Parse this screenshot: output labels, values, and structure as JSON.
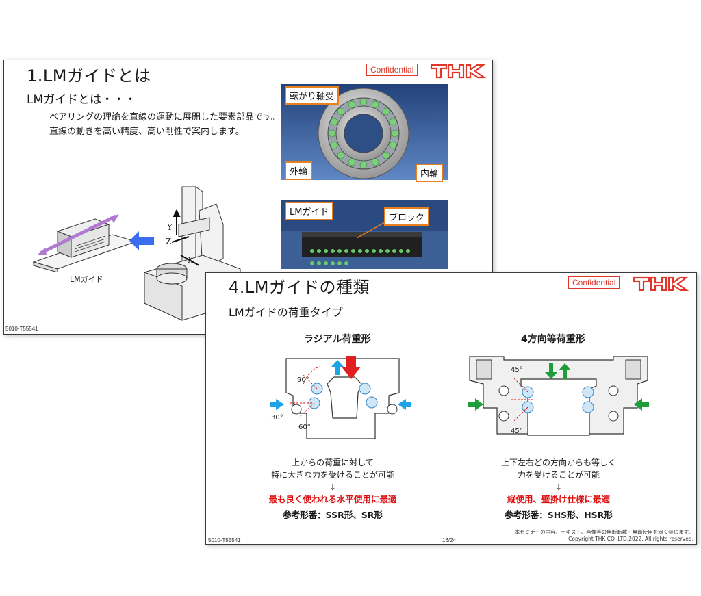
{
  "back_slide": {
    "title": "1.LMガイドとは",
    "subtitle": "LMガイドとは・・・",
    "body_line1": "ベアリングの理論を直線の運動に展開した要素部品です。",
    "body_line2": "直線の動きを高い精度、高い剛性で案内します。",
    "confidential": "Confidential",
    "logo": "THK",
    "figure_caption": "LMガイド",
    "axis_x": "X",
    "axis_y": "Y",
    "axis_z": "Z",
    "tag_bearing": "転がり軸受",
    "tag_outer": "外輪",
    "tag_inner": "内輪",
    "tag_lm": "LMガイド",
    "tag_block": "ブロック",
    "doc_id": "5010-T55541"
  },
  "front_slide": {
    "title": "4.LMガイドの種類",
    "subtitle": "LMガイドの荷重タイプ",
    "confidential": "Confidential",
    "logo": "THK",
    "left": {
      "heading": "ラジアル荷重形",
      "angle_top": "90°",
      "angle_left": "30°",
      "angle_bottom": "60°",
      "desc1": "上からの荷重に対して",
      "desc2": "特に大きな力を受けることが可能",
      "arrow": "↓",
      "highlight": "最も良く使われる水平使用に最適",
      "reference": "参考形番：SSR形、SR形"
    },
    "right": {
      "heading": "4方向等荷重形",
      "angle_top": "45°",
      "angle_bottom": "45°",
      "desc1": "上下左右どの方向からも等しく",
      "desc2": "力を受けることが可能",
      "arrow": "↓",
      "highlight": "縦使用、壁掛け仕様に最適",
      "reference": "参考形番：SHS形、HSR形"
    },
    "doc_id": "5010-T55541",
    "page": "16/24",
    "notice": "本セミナーの内容、テキスト、画像等の無断転載・無断使用を固く禁じます。",
    "copyright": "Copyright THK CO.,LTD.2022. All rights reserved."
  },
  "colors": {
    "accent_red": "#e0372b",
    "tag_orange": "#e8801e",
    "blue_arrow": "#3a6df0",
    "green_arrow": "#1f9d3a"
  }
}
